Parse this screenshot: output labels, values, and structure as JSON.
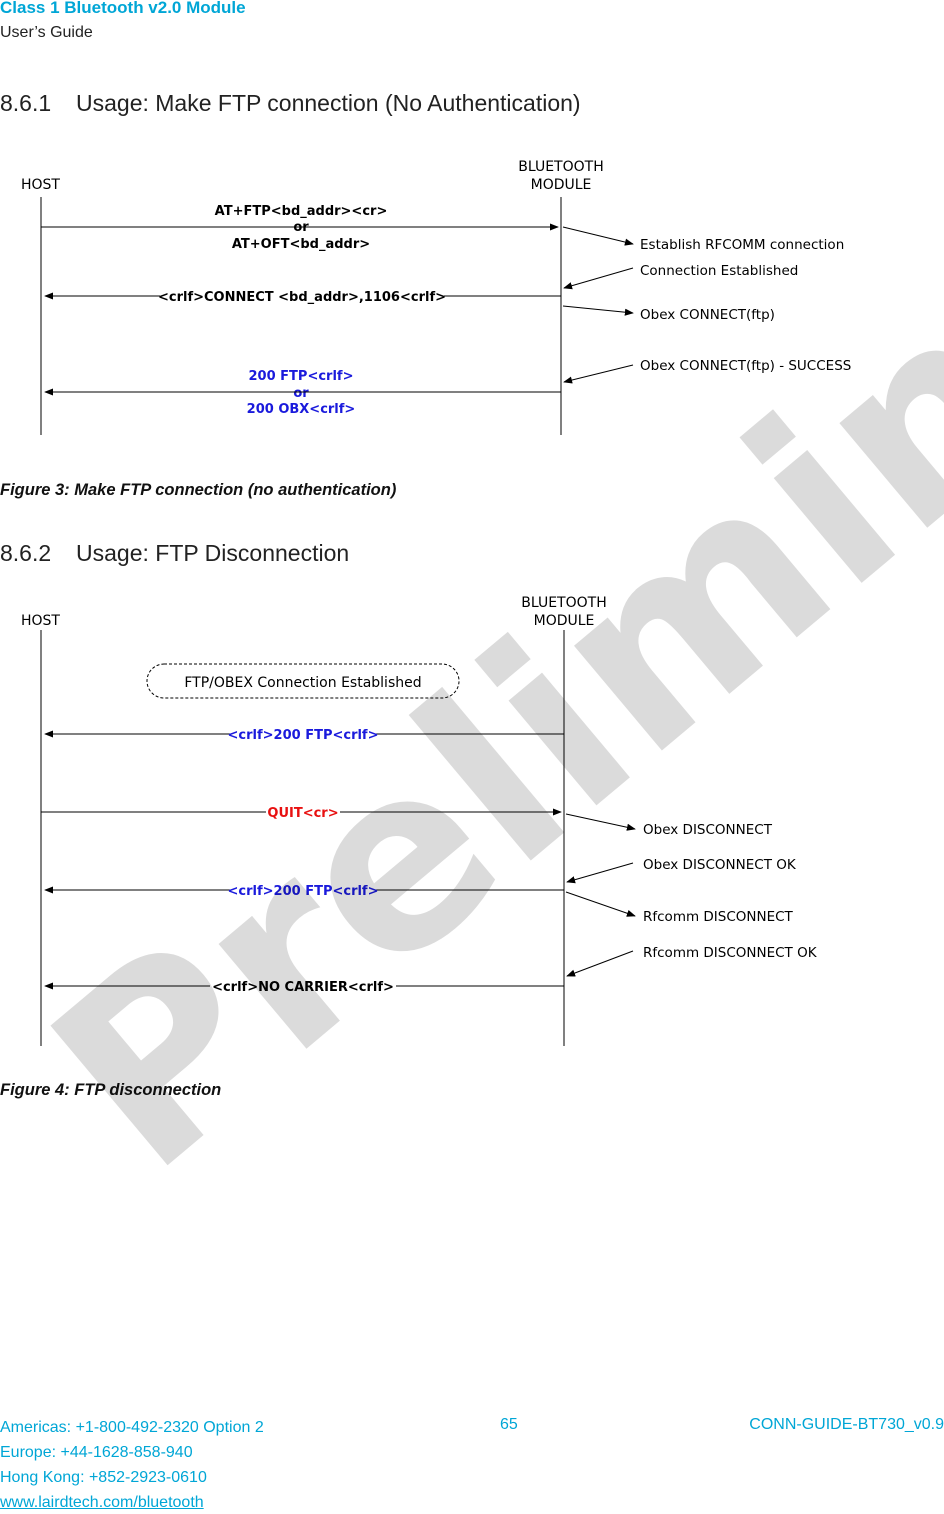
{
  "header": {
    "title": "Class 1 Bluetooth v2.0 Module",
    "subtitle": "User’s Guide"
  },
  "section1": {
    "number": "8.6.1",
    "title": "Usage: Make FTP connection (No Authentication)"
  },
  "diagram1": {
    "host_label": "HOST",
    "module_label_line1": "BLUETOOTH",
    "module_label_line2": "MODULE",
    "msg1_line1": "AT+FTP<bd_addr><cr>",
    "msg1_or": "or",
    "msg1_line2": "AT+OFT<bd_addr>",
    "msg2": "<crlf>CONNECT <bd_addr>,1106<crlf>",
    "msg3_line1": "200 FTP<crlf>",
    "msg3_or": "or",
    "msg3_line2": "200 OBX<crlf>",
    "note1": "Establish RFCOMM connection",
    "note2": "Connection Established",
    "note3": "Obex CONNECT(ftp)",
    "note4": "Obex CONNECT(ftp) - SUCCESS",
    "colors": {
      "blue": "#1a1adc",
      "black": "#000000"
    }
  },
  "caption1": "Figure 3: Make FTP connection (no authentication)",
  "section2": {
    "number": "8.6.2",
    "title": "Usage: FTP Disconnection"
  },
  "diagram2": {
    "host_label": "HOST",
    "module_label_line1": "BLUETOOTH",
    "module_label_line2": "MODULE",
    "state_box": "FTP/OBEX Connection Established",
    "msg1": "<crlf>200 FTP<crlf>",
    "msg2": "QUIT<cr>",
    "msg3": "<crlf>200 FTP<crlf>",
    "msg4": "<crlf>NO CARRIER<crlf>",
    "note1": "Obex DISCONNECT",
    "note2": "Obex DISCONNECT OK",
    "note3": "Rfcomm DISCONNECT",
    "note4": "Rfcomm DISCONNECT OK",
    "colors": {
      "blue": "#1a1adc",
      "red": "#e81010",
      "black": "#000000"
    }
  },
  "caption2": "Figure 4: FTP disconnection",
  "footer": {
    "americas": "Americas: +1-800-492-2320 Option 2",
    "europe": "Europe: +44-1628-858-940",
    "hongkong": "Hong Kong: +852-2923-0610",
    "website": "www.lairdtech.com/bluetooth",
    "page_number": "65",
    "doc_id": "CONN-GUIDE-BT730_v0.9"
  },
  "watermark": "Preliminary"
}
